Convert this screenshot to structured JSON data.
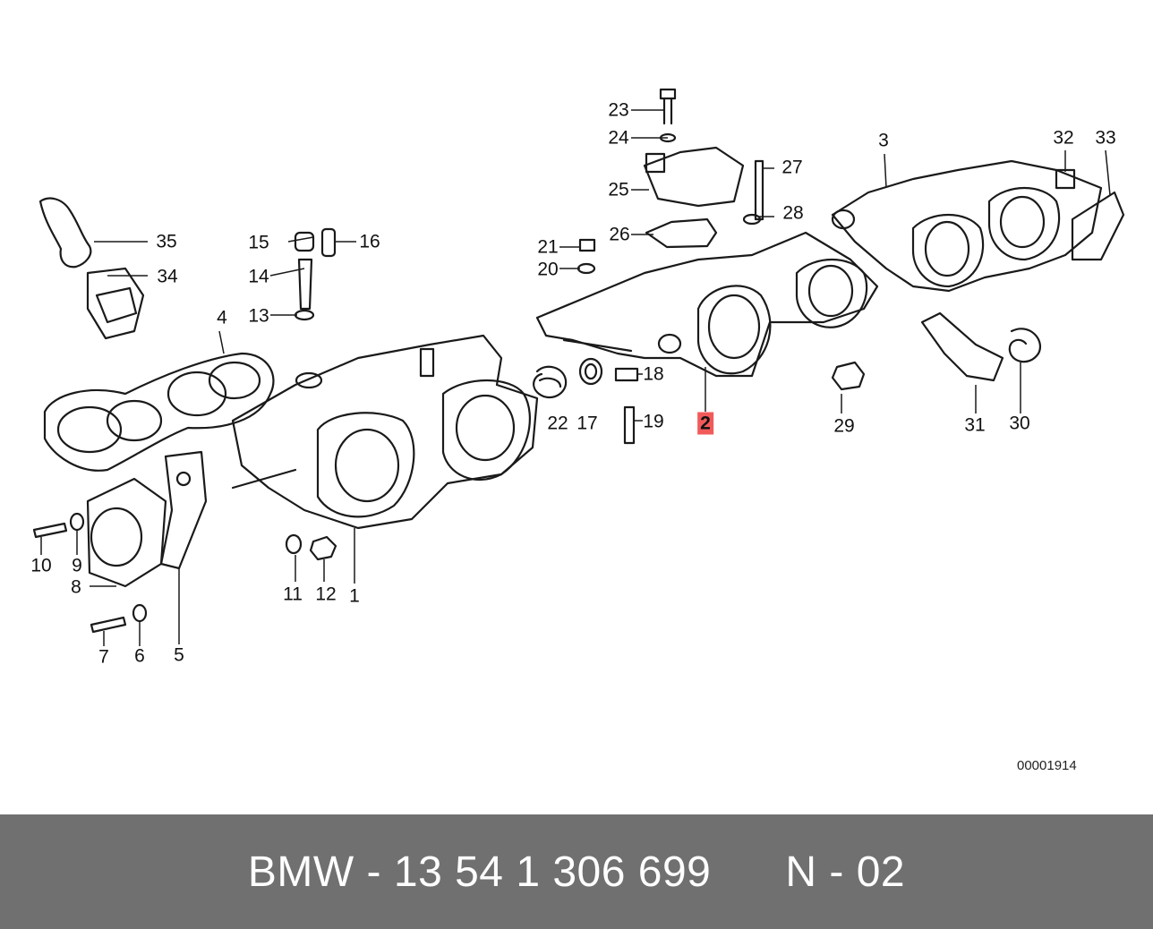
{
  "diagram": {
    "reference_code": "00001914",
    "highlighted_part": "2",
    "part_labels": [
      "1",
      "2",
      "3",
      "4",
      "5",
      "6",
      "7",
      "8",
      "9",
      "10",
      "11",
      "12",
      "13",
      "14",
      "15",
      "16",
      "17",
      "18",
      "19",
      "20",
      "21",
      "22",
      "23",
      "24",
      "25",
      "26",
      "27",
      "28",
      "29",
      "30",
      "31",
      "32",
      "33",
      "34",
      "35"
    ]
  },
  "footer": {
    "part_number_text": "BMW - 13 54 1 306 699",
    "variant_text": "N - 02"
  },
  "colors": {
    "footer_background": "#707070",
    "highlight": "#f25a5a",
    "line": "#1a1a1a"
  }
}
